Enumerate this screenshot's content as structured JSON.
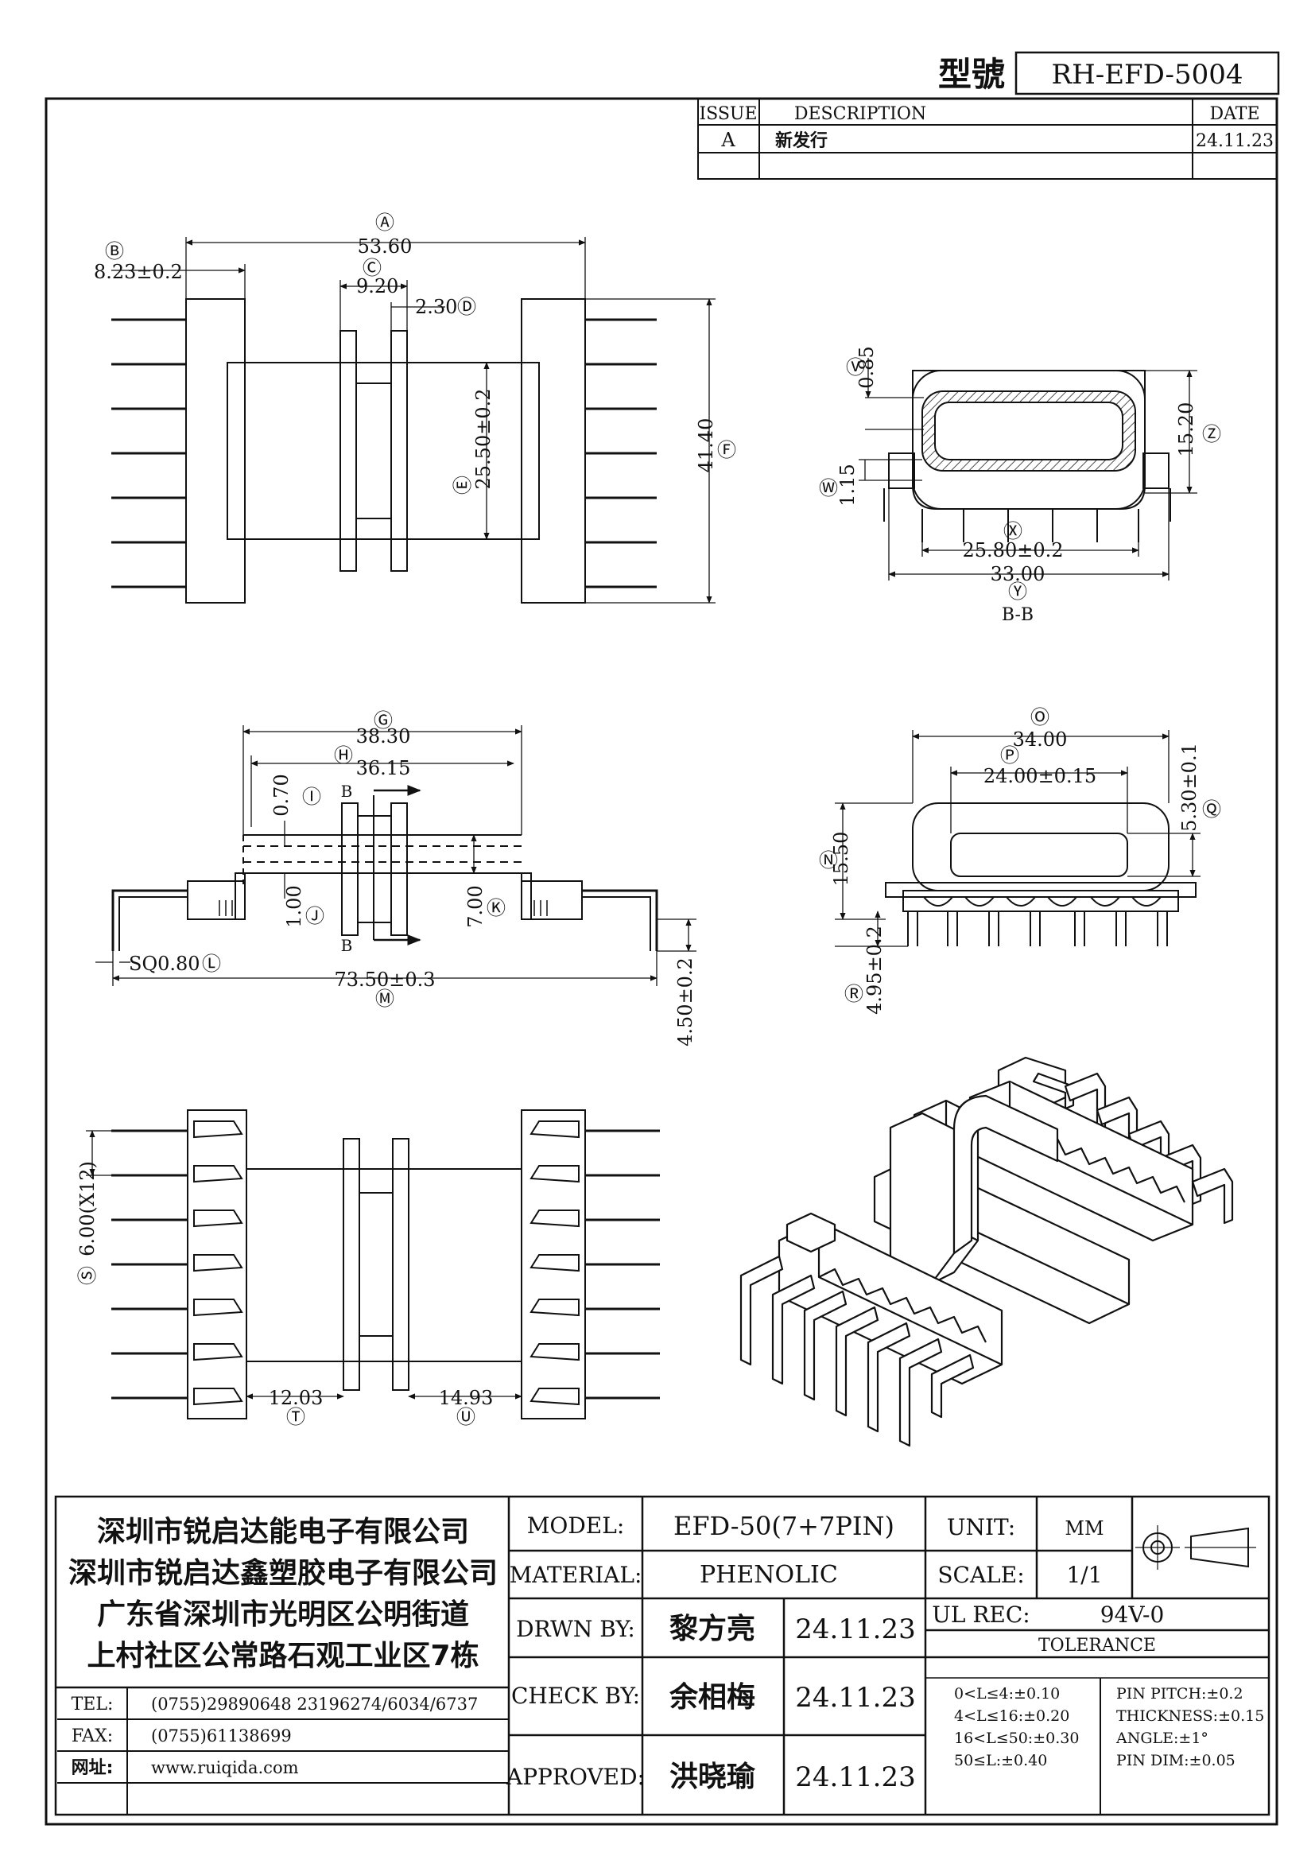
{
  "header": {
    "model_label": "型號",
    "model_value": "RH-EFD-5004"
  },
  "revision": {
    "headers": [
      "ISSUE",
      "DESCRIPTION",
      "DATE"
    ],
    "rows": [
      {
        "issue": "A",
        "description": "新发行",
        "date": "24.11.23"
      }
    ]
  },
  "dimensions": {
    "top_view": {
      "A": "53.60",
      "B": "8.23±0.2",
      "C": "9.20",
      "D": "2.30",
      "E": "25.50±0.2",
      "F": "41.40",
      "marks": {
        "A": "Ⓐ",
        "B": "Ⓑ",
        "C": "Ⓒ",
        "D": "Ⓓ",
        "E": "Ⓔ",
        "F": "Ⓕ"
      }
    },
    "section_view": {
      "V": "0.85",
      "W": "1.15",
      "X": "25.80±0.2",
      "Y": "33.00",
      "Z": "15.20",
      "label": "B-B",
      "marks": {
        "V": "Ⓥ",
        "W": "Ⓦ",
        "X": "Ⓧ",
        "Y": "Ⓨ",
        "Z": "Ⓩ"
      }
    },
    "side_view": {
      "G": "38.30",
      "H": "36.15",
      "I": "0.70",
      "J": "1.00",
      "K": "7.00",
      "L": "SQ0.80",
      "M": "73.50±0.3",
      "N_pin": "4.50±0.2",
      "section_mark": "B",
      "marks": {
        "G": "Ⓖ",
        "H": "Ⓗ",
        "I": "Ⓘ",
        "J": "Ⓙ",
        "K": "Ⓚ",
        "L": "Ⓛ",
        "M": "Ⓜ"
      }
    },
    "end_view": {
      "O": "34.00",
      "P": "24.00±0.15",
      "Q": "5.30±0.1",
      "N": "15.50",
      "R": "4.95±0.2",
      "marks": {
        "O": "Ⓞ",
        "P": "Ⓟ",
        "Q": "Ⓠ",
        "N": "Ⓝ",
        "R": "Ⓡ"
      }
    },
    "bottom_view": {
      "S": "6.00(X12)",
      "T": "12.03",
      "U": "14.93",
      "marks": {
        "S": "Ⓢ",
        "T": "Ⓣ",
        "U": "Ⓤ"
      }
    }
  },
  "title_block": {
    "company": [
      "深圳市锐启达能电子有限公司",
      "深圳市锐启达鑫塑胶电子有限公司",
      "广东省深圳市光明区公明街道",
      "上村社区公常路石观工业区7栋"
    ],
    "tel_label": "TEL:",
    "tel_value": "(0755)29890648   23196274/6034/6737",
    "fax_label": "FAX:",
    "fax_value": "(0755)61138699",
    "web_label": "网址:",
    "web_value": "www.ruiqida.com",
    "model_label": "MODEL:",
    "model_value": "EFD-50(7+7PIN)",
    "material_label": "MATERIAL:",
    "material_value": "PHENOLIC",
    "drawn_label": "DRWN BY:",
    "drawn_name": "黎方亮",
    "drawn_date": "24.11.23",
    "check_label": "CHECK BY:",
    "check_name": "余相梅",
    "check_date": "24.11.23",
    "approved_label": "APPROVED:",
    "approved_name": "洪晓瑜",
    "approved_date": "24.11.23",
    "unit_label": "UNIT:",
    "unit_value": "MM",
    "scale_label": "SCALE:",
    "scale_value": "1/1",
    "ul_label": "UL REC:",
    "ul_value": "94V-0",
    "tolerance_title": "TOLERANCE",
    "tolerance_left": [
      "0<L≤4:±0.10",
      "4<L≤16:±0.20",
      "16<L≤50:±0.30",
      "50≤L:±0.40"
    ],
    "tolerance_right": [
      "PIN PITCH:±0.2",
      "THICKNESS:±0.15",
      "ANGLE:±1°",
      "PIN DIM:±0.05"
    ]
  }
}
